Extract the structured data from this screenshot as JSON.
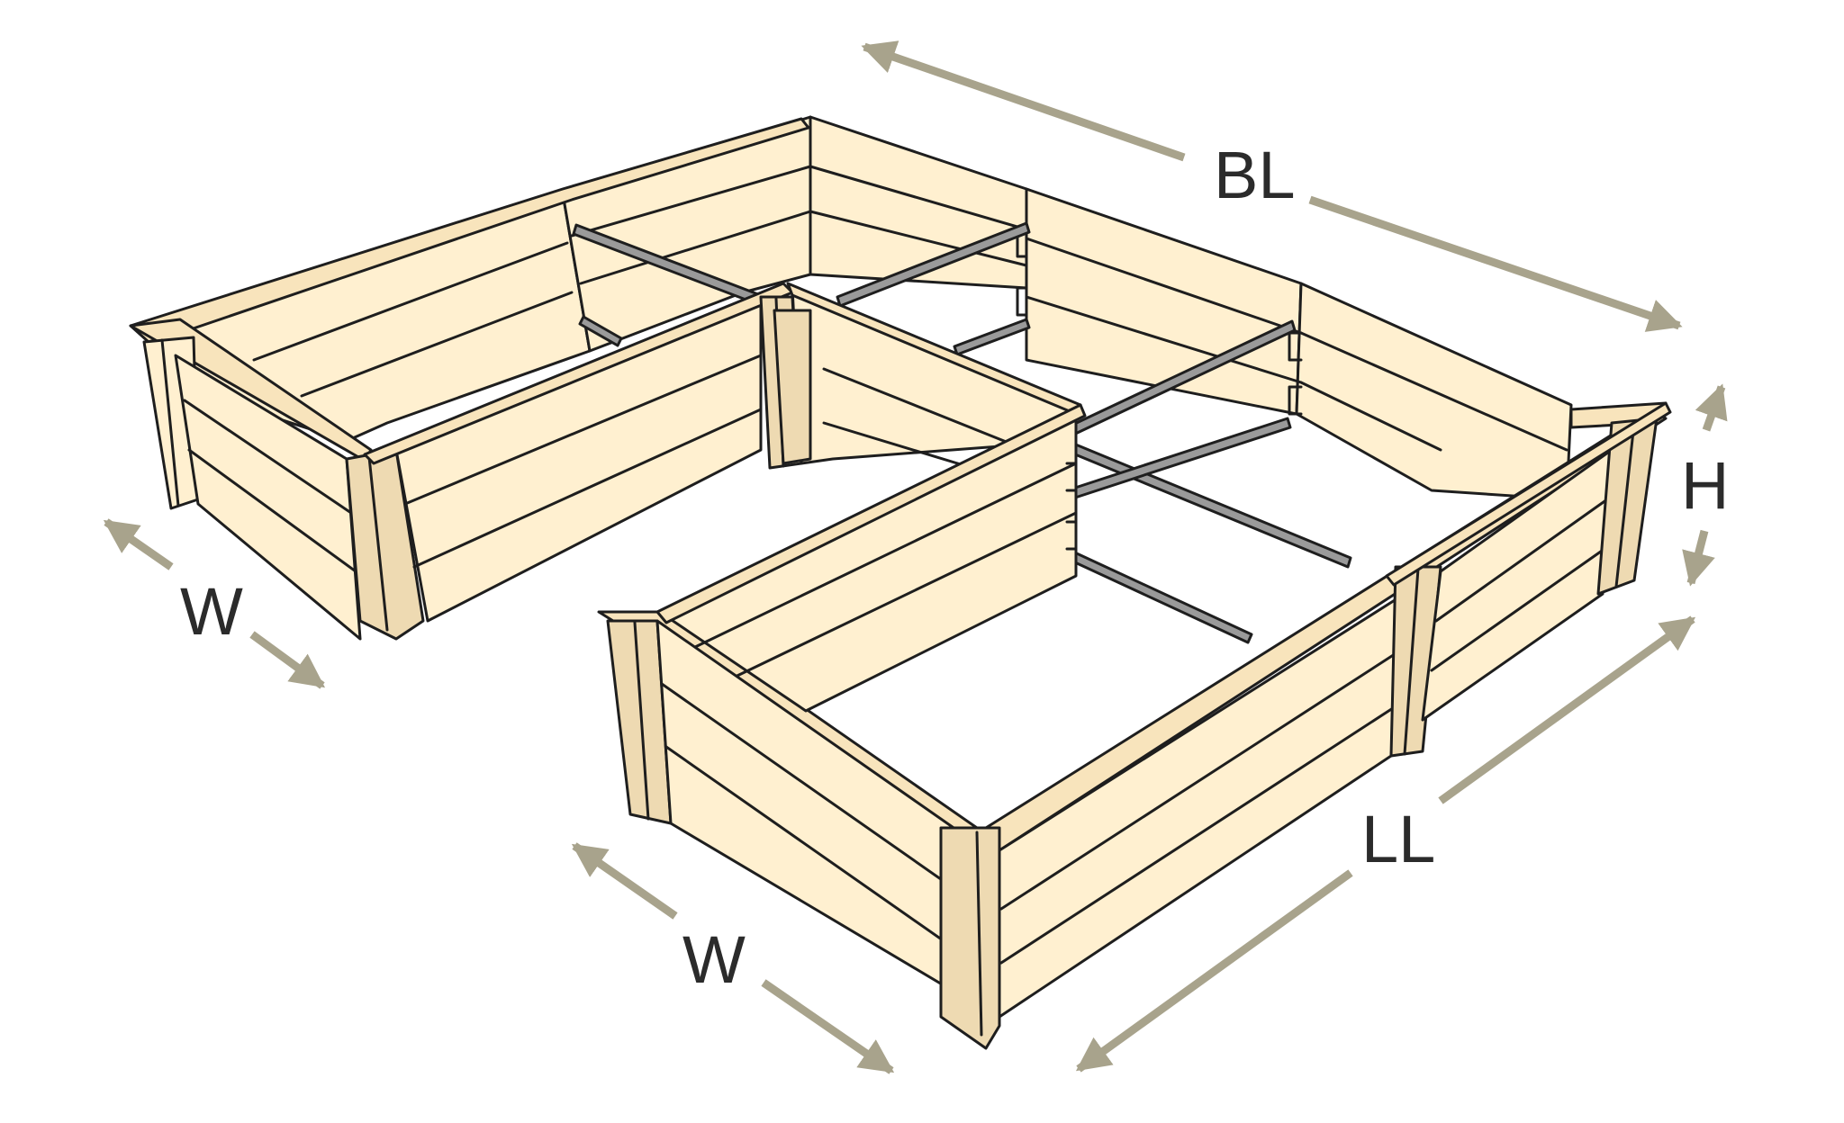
{
  "labels": {
    "back_length": "BL",
    "left_width": "W",
    "front_width": "W",
    "right_length": "LL",
    "height": "H"
  },
  "colors": {
    "wood_panel": "#FFF0D0",
    "wood_top": "#F8E4BC",
    "wood_dark": "#EEDAB2",
    "outline": "#1e1e1e",
    "rod_fill": "#9a9a9a",
    "arrow": "#A8A38C",
    "text": "#2b2b2b",
    "background": "#FFFFFF"
  }
}
